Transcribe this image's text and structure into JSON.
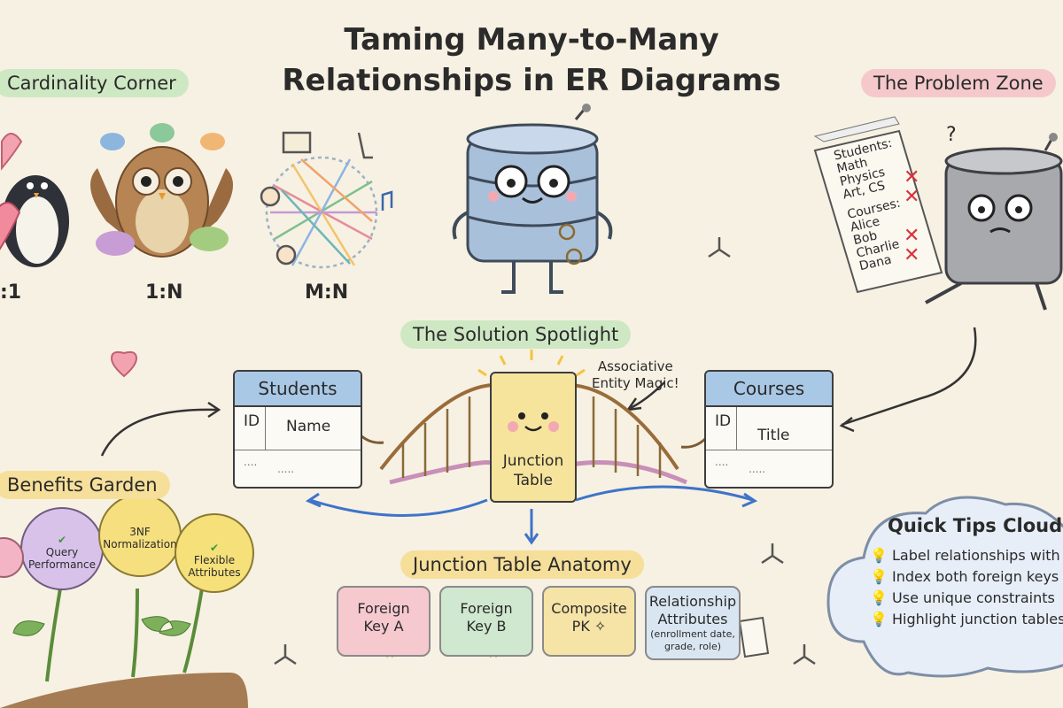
{
  "title": {
    "line1": "Taming Many-to-Many",
    "line2": "Relationships in ER Diagrams"
  },
  "banners": {
    "cardinality": "Cardinality Corner",
    "problem": "The Problem Zone",
    "solution": "The Solution Spotlight",
    "benefits": "Benefits Garden",
    "anatomy": "Junction Table Anatomy",
    "tips_title": "Quick Tips Cloud"
  },
  "cardinality": {
    "one_one": ":1",
    "one_n": "1:N",
    "m_n": "M:N"
  },
  "problem_note": {
    "students_head": "Students:",
    "students": [
      "Math",
      "Physics",
      "Art, CS"
    ],
    "courses_head": "Courses:",
    "courses": [
      "Alice",
      "Bob",
      "Charlie",
      "Dana"
    ],
    "question": "?"
  },
  "students_table": {
    "title": "Students",
    "col1": "ID",
    "col2": "Name",
    "dots1": "....",
    "dots2": "....."
  },
  "courses_table": {
    "title": "Courses",
    "col1": "ID",
    "col2": "Title",
    "dots1": "....",
    "dots2": "....."
  },
  "junction": {
    "label_line1": "Junction",
    "label_line2": "Table",
    "annotation_line1": "Associative",
    "annotation_line2": "Entity Magic!"
  },
  "anatomy": [
    {
      "line1": "Foreign",
      "line2": "Key A",
      "color": "#f6c9cf"
    },
    {
      "line1": "Foreign",
      "line2": "Key B",
      "color": "#cfe8cf"
    },
    {
      "line1": "Composite",
      "line2": "PK ✧",
      "color": "#f6e3a6"
    },
    {
      "line1": "Relationship",
      "line2": "Attributes",
      "line3": "(enrollment date,",
      "line4": "grade, role)",
      "color": "#d9e6f2"
    }
  ],
  "benefits": [
    {
      "line1": "Query",
      "line2": "Performance"
    },
    {
      "line1": "3NF",
      "line2": "Normalization"
    },
    {
      "line1": "Flexible",
      "line2": "Attributes"
    }
  ],
  "tips": [
    "Label relationships with v",
    "Index both foreign keys",
    "Use unique constraints",
    "Highlight junction tables v"
  ],
  "colors": {
    "accent_blue": "#3e74c9",
    "red_x": "#d9333b",
    "heart": "#f3a3b0"
  }
}
